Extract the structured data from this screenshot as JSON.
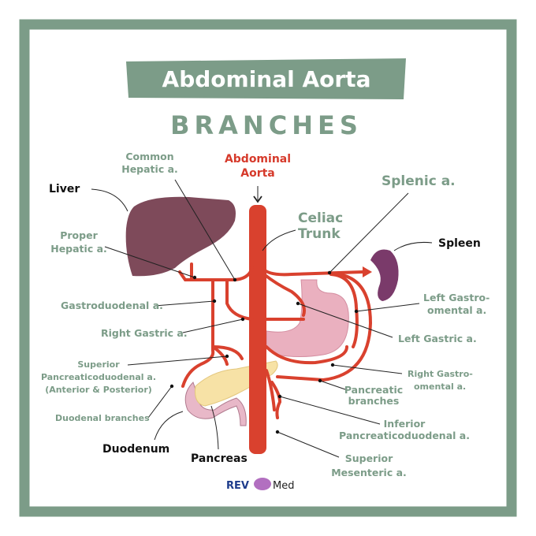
{
  "title": "Abdominal Aorta",
  "subtitle": "BRANCHES",
  "aorta_label": [
    "Abdominal",
    "Aorta"
  ],
  "organs": {
    "liver": "Liver",
    "spleen": "Spleen",
    "duodenum": "Duodenum",
    "pancreas": "Pancreas"
  },
  "labels": {
    "common_hepatic": [
      "Common",
      "Hepatic a."
    ],
    "proper_hepatic": [
      "Proper",
      "Hepatic a."
    ],
    "splenic": "Splenic a.",
    "celiac": [
      "Celiac",
      "Trunk"
    ],
    "gastroduodenal": "Gastroduodenal a.",
    "left_gastroomental": [
      "Left Gastro-",
      "omental a."
    ],
    "right_gastric": "Right Gastric a.",
    "left_gastric": "Left Gastric a.",
    "sup_pancreaticoduodenal": [
      "Superior",
      "Pancreaticoduodenal a.",
      "(Anterior & Posterior)"
    ],
    "right_gastroomental": [
      "Right Gastro-",
      "omental a."
    ],
    "pancreatic_branches": [
      "Pancreatic",
      "branches"
    ],
    "duodenal_branches": "Duodenal branches",
    "inf_pancreaticoduodenal": [
      "Inferior",
      "Pancreaticoduodenal a."
    ],
    "sup_mesenteric": [
      "Superior",
      "Mesenteric a."
    ]
  },
  "logo": {
    "left": "REV",
    "right": "Med"
  },
  "colors": {
    "frame": "#7c9c88",
    "artery": "#d9412e",
    "liver": "#7e4a5a",
    "spleen": "#7a3a6a",
    "stomach": "#eab0bf",
    "pancreas": "#f7e2a6"
  }
}
